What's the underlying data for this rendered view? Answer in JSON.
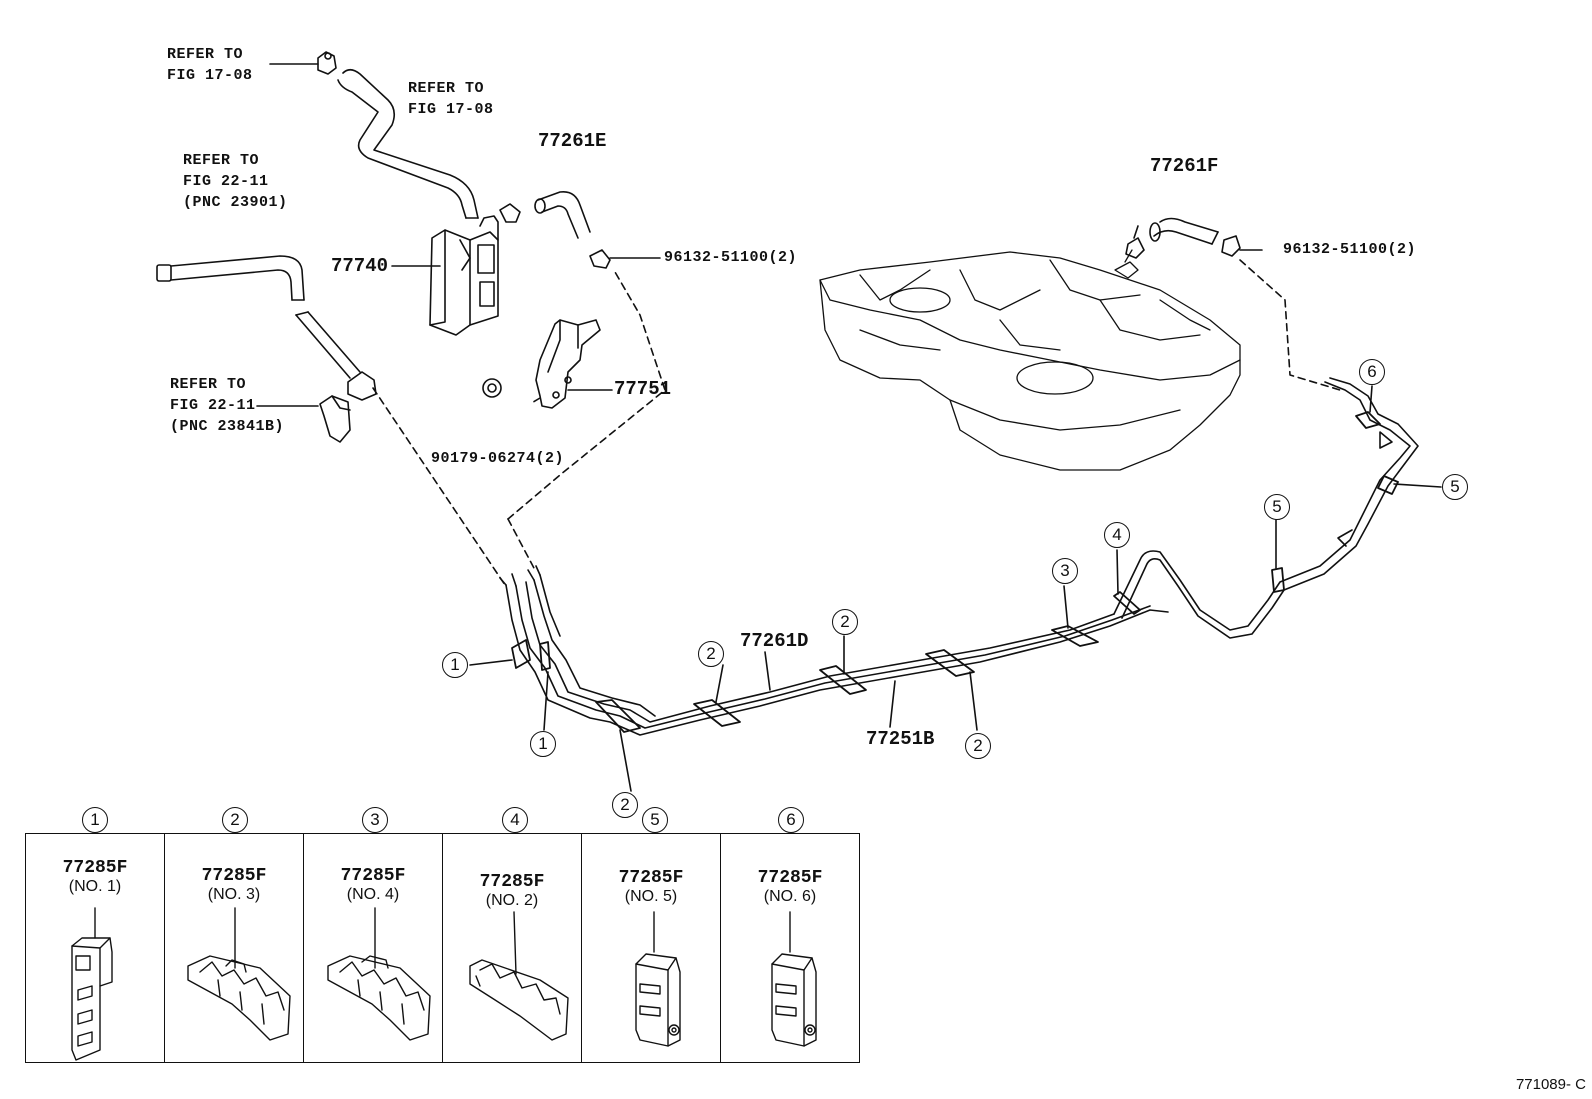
{
  "refs": {
    "ref1": [
      "REFER TO",
      "FIG 17-08"
    ],
    "ref2": [
      "REFER TO",
      "FIG 17-08"
    ],
    "ref3": [
      "REFER TO",
      "FIG 22-11",
      "(PNC 23901)"
    ],
    "ref4": [
      "REFER TO",
      "FIG 22-11",
      "(PNC 23841B)"
    ]
  },
  "parts": {
    "hose_e": "77261E",
    "hose_f": "77261F",
    "canister": "77740",
    "clip_left": "96132-51100(2)",
    "clip_right": "96132-51100(2)",
    "bracket": "77751",
    "nut": "90179-06274(2)",
    "tube_d": "77261D",
    "tube_b": "77251B"
  },
  "callouts": [
    "1",
    "2",
    "3",
    "4",
    "5",
    "6"
  ],
  "legend": [
    {
      "num": "1",
      "part": "77285F",
      "sub": "(NO. 1)"
    },
    {
      "num": "2",
      "part": "77285F",
      "sub": "(NO. 3)"
    },
    {
      "num": "3",
      "part": "77285F",
      "sub": "(NO. 4)"
    },
    {
      "num": "4",
      "part": "77285F",
      "sub": "(NO. 2)"
    },
    {
      "num": "5",
      "part": "77285F",
      "sub": "(NO. 5)"
    },
    {
      "num": "6",
      "part": "77285F",
      "sub": "(NO. 6)"
    }
  ],
  "figure_id": "771089- C"
}
